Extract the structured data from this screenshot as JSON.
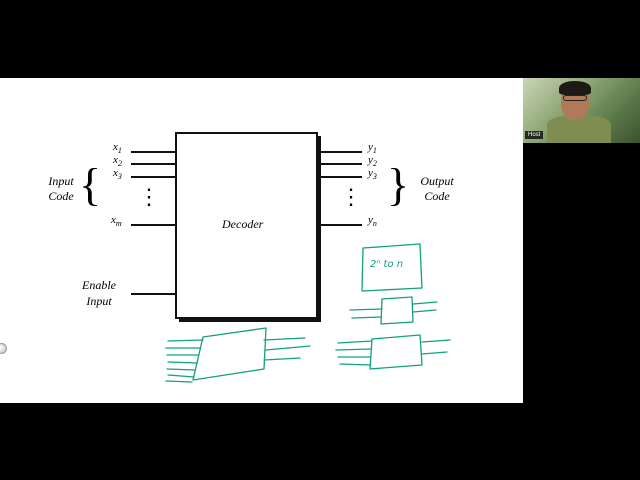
{
  "diagram": {
    "inputs": [
      {
        "var": "x",
        "sub": "1"
      },
      {
        "var": "x",
        "sub": "2"
      },
      {
        "var": "x",
        "sub": "3"
      },
      {
        "var": "x",
        "sub": "m"
      }
    ],
    "outputs": [
      {
        "var": "y",
        "sub": "1"
      },
      {
        "var": "y",
        "sub": "2"
      },
      {
        "var": "y",
        "sub": "3"
      },
      {
        "var": "y",
        "sub": "n"
      }
    ],
    "block_label": "Decoder",
    "input_code": {
      "line1": "Input",
      "line2": "Code"
    },
    "output_code": {
      "line1": "Output",
      "line2": "Code"
    },
    "enable": {
      "line1": "Enable",
      "line2": "Input"
    },
    "dots": "⋮",
    "left_brace": "{",
    "right_brace": "}"
  },
  "annotation": {
    "color": "#12a07e",
    "note": "2ⁿ to n"
  },
  "video": {
    "participant_label": "Host"
  }
}
